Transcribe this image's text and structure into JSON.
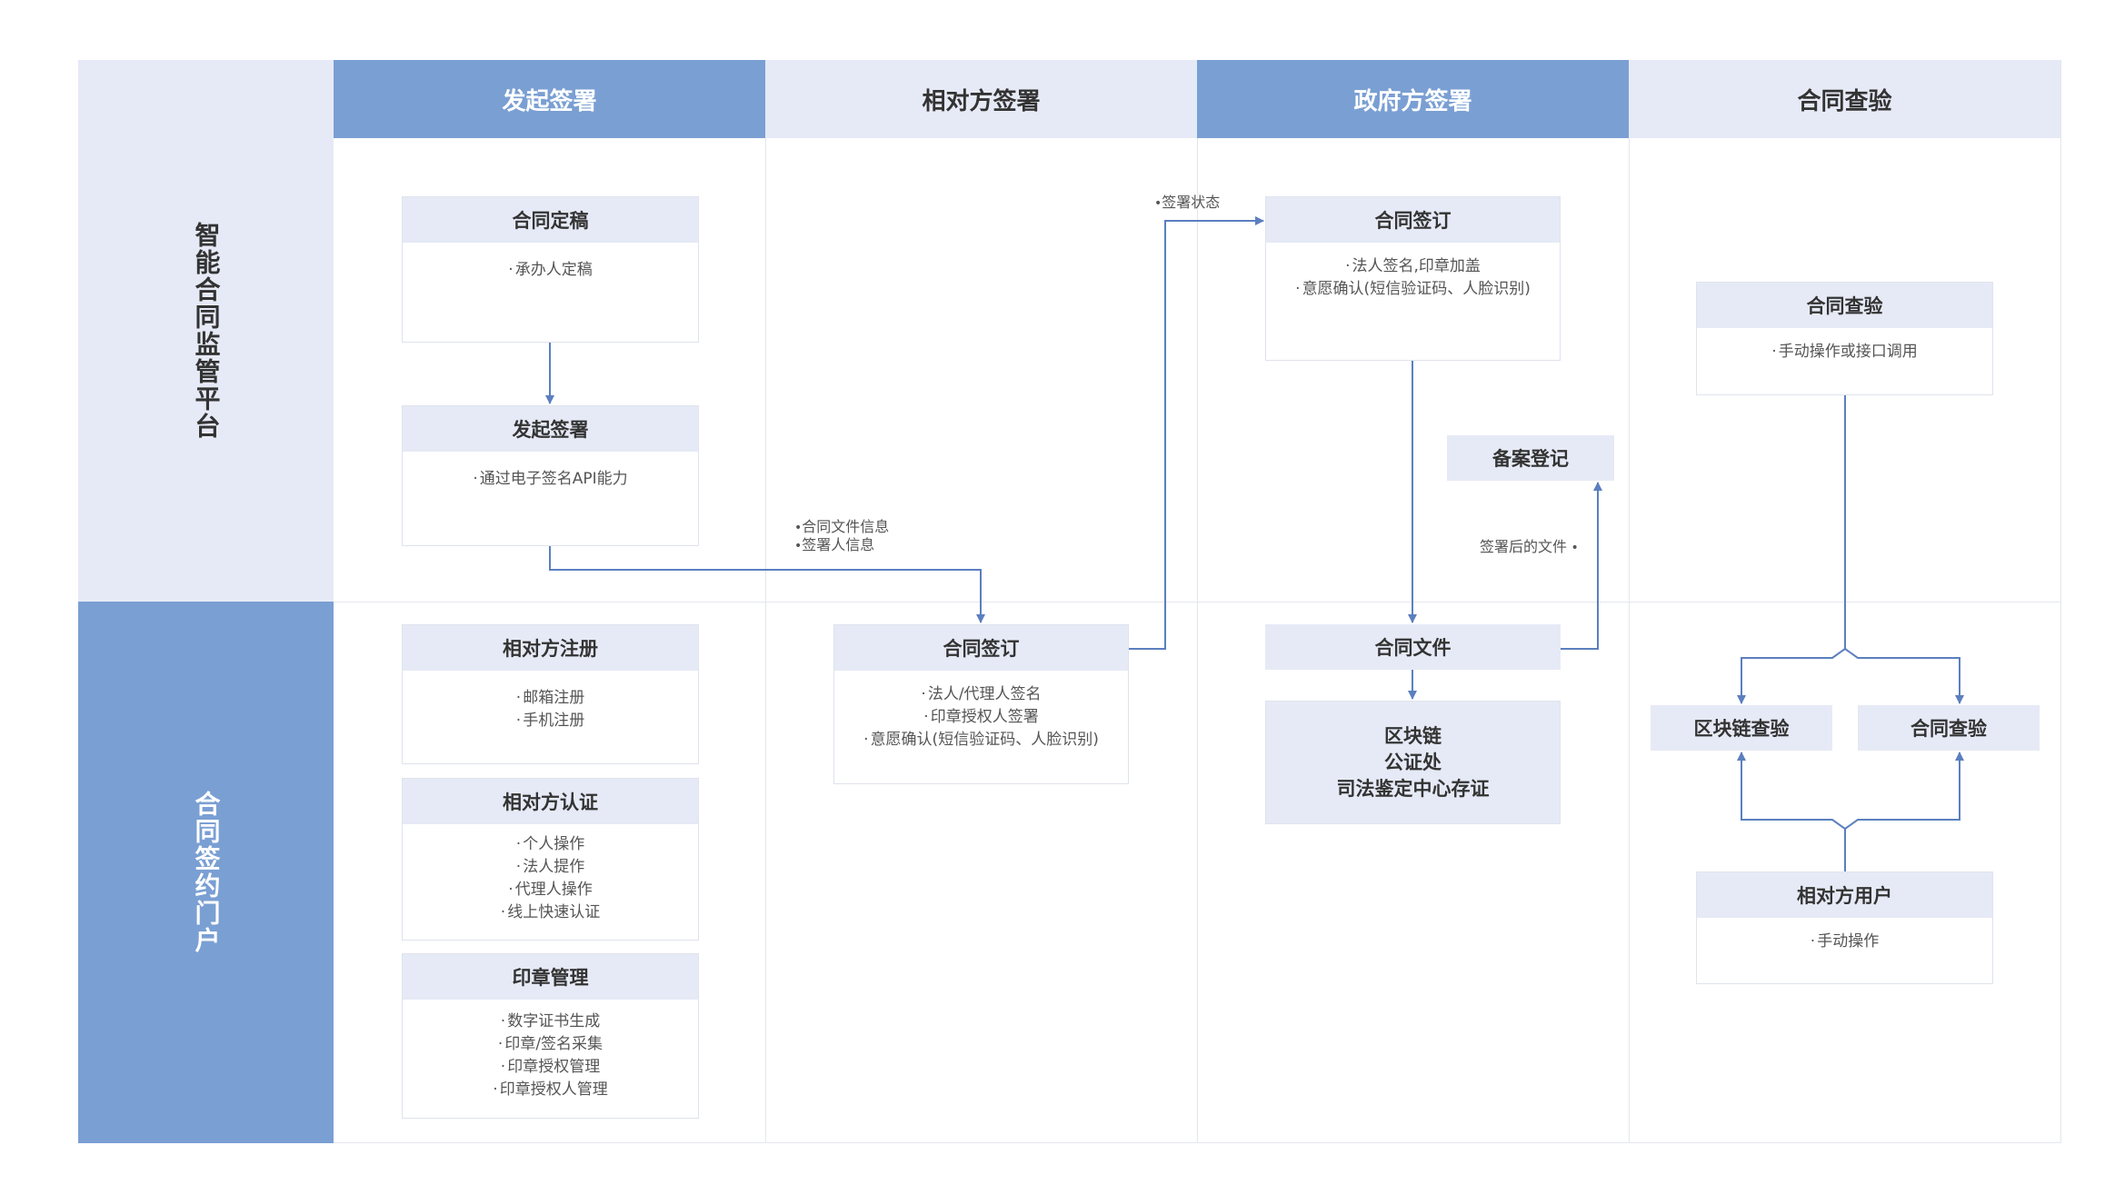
{
  "columns": [
    "发起签署",
    "相对方签署",
    "政府方签署",
    "合同查验"
  ],
  "rows": [
    "智能合同监管平台",
    "合同签约门户"
  ],
  "cards": {
    "draft": {
      "title": "合同定稿",
      "items": [
        "承办人定稿"
      ]
    },
    "initiate": {
      "title": "发起签署",
      "items": [
        "通过电子签名API能力"
      ]
    },
    "counterpart_register": {
      "title": "相对方注册",
      "items": [
        "邮箱注册",
        "手机注册"
      ]
    },
    "counterpart_auth": {
      "title": "相对方认证",
      "items": [
        "个人操作",
        "法人提作",
        "代理人操作",
        "线上快速认证"
      ]
    },
    "seal_mgmt": {
      "title": "印章管理",
      "items": [
        "数字证书生成",
        "印章/签名采集",
        "印章授权管理",
        "印章授权人管理"
      ]
    },
    "counterpart_sign": {
      "title": "合同签订",
      "items": [
        "法人/代理人签名",
        "印章授权人签署",
        "意愿确认(短信验证码、人脸识别)"
      ]
    },
    "gov_sign": {
      "title": "合同签订",
      "items": [
        "法人签名,印章加盖",
        "意愿确认(短信验证码、人脸识别)"
      ]
    },
    "verify_platform": {
      "title": "合同查验",
      "items": [
        "手动操作或接口调用"
      ]
    },
    "counterpart_user": {
      "title": "相对方用户",
      "items": [
        "手动操作"
      ]
    }
  },
  "tags": {
    "filing": "备案登记",
    "contract_file": "合同文件",
    "blockchain_verify": "区块链查验",
    "contract_verify": "合同查验"
  },
  "evidence_box": [
    "区块链",
    "公证处",
    "司法鉴定中心存证"
  ],
  "annotations": {
    "contract_info": "合同文件信息",
    "signer_info": "签署人信息",
    "sign_status": "签署状态",
    "signed_file": "签署后的文件"
  },
  "colors": {
    "accent": "#7a9fd3",
    "light": "#e6eaf6",
    "arrow": "#5b7fbf"
  }
}
